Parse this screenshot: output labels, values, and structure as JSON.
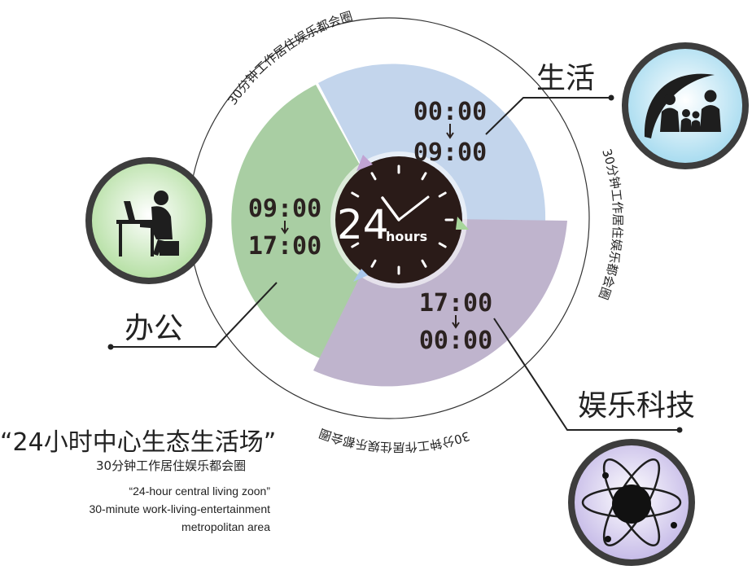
{
  "ring_text": {
    "top": "30分钟工作居住娱乐都会圈",
    "right": "30分钟工作居住娱乐都会圈",
    "bottom": "30分钟工作居住娱乐都会圈"
  },
  "clock": {
    "number": "24",
    "unit": "hours"
  },
  "segments": [
    {
      "id": "life",
      "label": "生活",
      "start": "00:00",
      "end": "09:00",
      "color": "#c3d5ec",
      "icon": "family-icon"
    },
    {
      "id": "office",
      "label": "办公",
      "start": "09:00",
      "end": "17:00",
      "color": "#a9cea3",
      "icon": "office-worker-icon"
    },
    {
      "id": "entertainment",
      "label": "娱乐科技",
      "start": "17:00",
      "end": "00:00",
      "color": "#bfb4cd",
      "icon": "atom-icon"
    }
  ],
  "slogan": {
    "title_cn": "“24小时中心生态生活场”",
    "subtitle_cn": "30分钟工作居住娱乐都会圈",
    "title_en": "“24-hour central living zoon”",
    "subtitle_en_1": "30-minute work-living-entertainment",
    "subtitle_en_2": "metropolitan area"
  }
}
